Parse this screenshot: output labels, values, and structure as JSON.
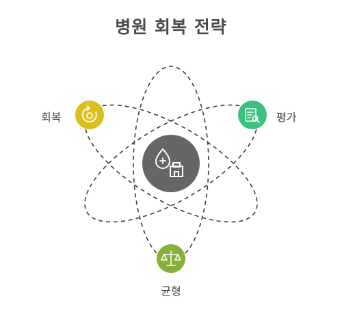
{
  "title": "병원 회복 전략",
  "center": {
    "icon": "hospital-drop-icon",
    "color": "#666666"
  },
  "nodes": [
    {
      "id": "recovery",
      "label": "회복",
      "icon": "recovery-cycle-icon",
      "color": "#d9c01a"
    },
    {
      "id": "evaluation",
      "label": "평가",
      "icon": "report-search-icon",
      "color": "#3cc07e"
    },
    {
      "id": "balance",
      "label": "균형",
      "icon": "scale-icon",
      "color": "#86b03a"
    }
  ],
  "orbit_color": "#3a3a3a"
}
